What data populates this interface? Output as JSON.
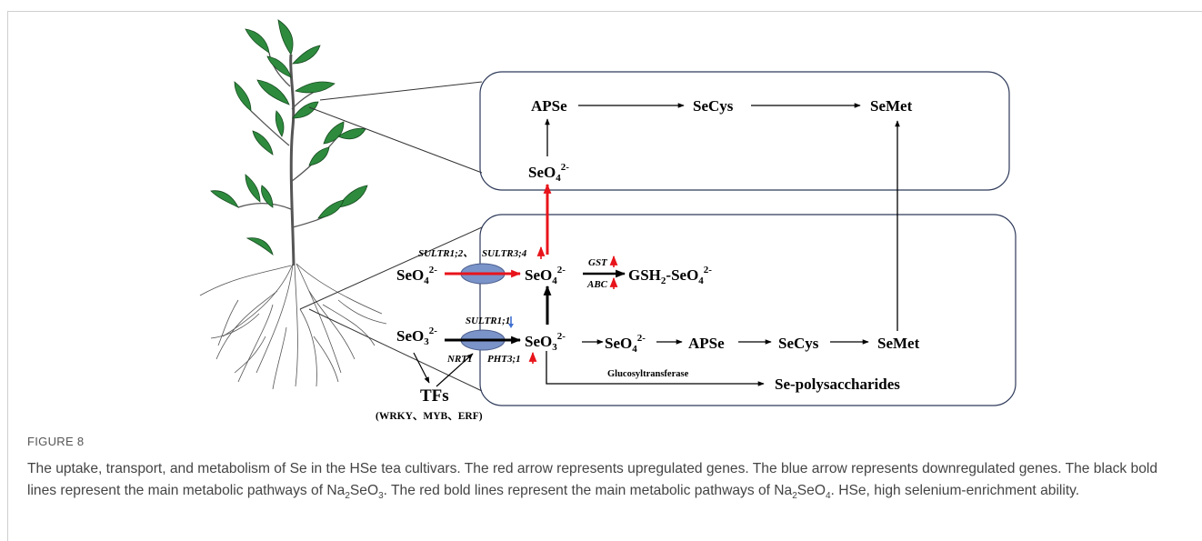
{
  "figure": {
    "label": "FIGURE 8",
    "caption": {
      "p1": "The uptake, transport, and metabolism of Se in the HSe tea cultivars. The red arrow represents upregulated genes. The blue arrow represents downregulated genes. The black bold lines represent the main metabolic pathways of Na",
      "s1": "2",
      "p2": "SeO",
      "s2": "3",
      "p3": ". The red bold lines represent the main metabolic pathways of Na",
      "s3": "2",
      "p4": "SeO",
      "s4": "4",
      "p5": ". HSe, high selenium-enrichment ability."
    }
  },
  "diagram": {
    "leaf_box": {
      "apse": "APSe",
      "secys": "SeCys",
      "semet": "SeMet",
      "seo4_base": "SeO",
      "seo4_sub": "4",
      "seo4_sup": "2-"
    },
    "root_box": {
      "seo4_in_base": "SeO",
      "seo4_in_sub": "4",
      "seo4_in_sup": "2-",
      "seo3_in_base": "SeO",
      "seo3_in_sub": "3",
      "seo3_in_sup": "2-",
      "seo4_mid_base": "SeO",
      "seo4_mid_sub": "4",
      "seo4_mid_sup": "2-",
      "seo3_mid_base": "SeO",
      "seo3_mid_sub": "3",
      "seo3_mid_sup": "2-",
      "gsh_a": "GSH",
      "gsh_sub": "2",
      "gsh_b": "-SeO",
      "gsh_sub2": "4",
      "gsh_sup": "2-",
      "seo4_r_base": "SeO",
      "seo4_r_sub": "4",
      "seo4_r_sup": "2-",
      "apse": "APSe",
      "secys": "SeCys",
      "semet": "SeMet",
      "se_poly": "Se-polysaccharides",
      "glucosyl": "Glucosyltransferase"
    },
    "genes": {
      "sultr12": "SULTR1;2、",
      "sultr34": "SULTR3;4",
      "sultr11": "SULTR1;1",
      "nrt1": "NRT1",
      "pht31": "PHT3;1",
      "gst": "GST",
      "abc": "ABC"
    },
    "tfs": {
      "label": "TFs",
      "list": "(WRKY、MYB、ERF)"
    },
    "colors": {
      "upregulated": "#e8141b",
      "downregulated": "#3f6fd1",
      "transporter": "#7a94c9",
      "box_border": "#2e3a5a"
    }
  }
}
